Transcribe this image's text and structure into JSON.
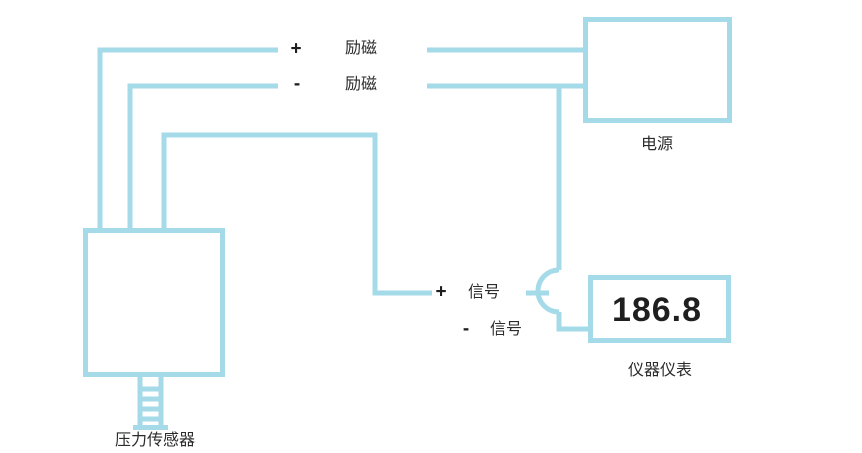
{
  "diagram": {
    "title_hint": "pressure-sensor-wiring-diagram",
    "sensor": {
      "label": "压力传感器"
    },
    "power": {
      "label": "电源"
    },
    "instrument": {
      "label": "仪器仪表",
      "reading": "186.8"
    },
    "wires": {
      "excitation_plus": {
        "sign": "+",
        "label": "励磁"
      },
      "excitation_minus": {
        "sign": "-",
        "label": "励磁"
      },
      "signal_plus": {
        "sign": "+",
        "label": "信号"
      },
      "signal_minus": {
        "sign": "-",
        "label": "信号"
      }
    },
    "colors": {
      "wire": "#a5dae8",
      "text": "#2b2b2b",
      "reading_text": "#1f1f1f",
      "background": "#ffffff"
    }
  }
}
